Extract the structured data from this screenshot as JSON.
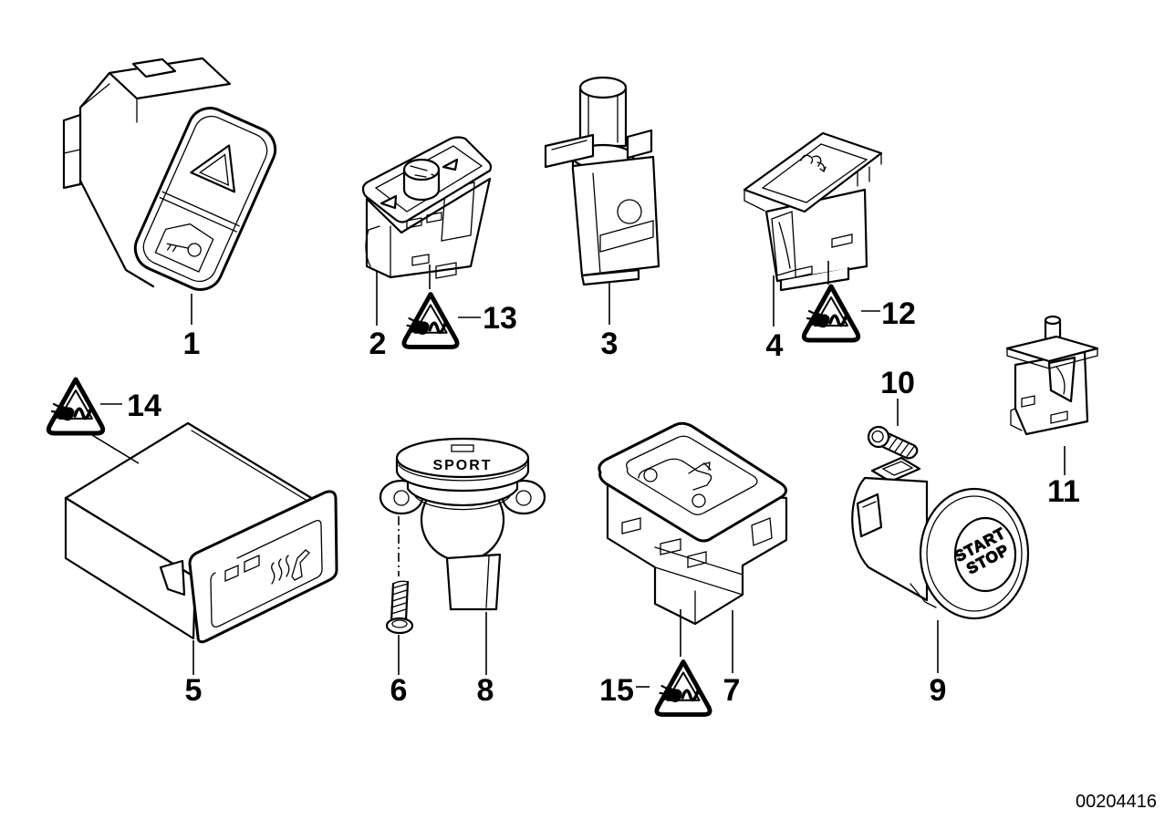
{
  "diagram": {
    "doc_number": "00204416",
    "callouts": {
      "c1": "1",
      "c2": "2",
      "c3": "3",
      "c4": "4",
      "c5": "5",
      "c6": "6",
      "c7": "7",
      "c8": "8",
      "c9": "9",
      "c10": "10",
      "c11": "11",
      "c12": "12",
      "c13": "13",
      "c14": "14",
      "c15": "15"
    },
    "texts": {
      "sport": "SPORT",
      "start": "START",
      "stop": "STOP"
    },
    "icons": {
      "part1_upper": "hazard-warning-triangle-icon",
      "part1_lower": "central-locking-door-key-icon",
      "part2_top": "adjuster-knob-with-arrows-icon",
      "part4_top": "function-symbol-icon",
      "part5_front": "seat-heating-icon",
      "part7_top": "trunk-open-car-icon",
      "warning_badge": "electrical-connector-warning-triangle-icon"
    },
    "colors": {
      "line": "#000000",
      "background": "#ffffff"
    }
  }
}
